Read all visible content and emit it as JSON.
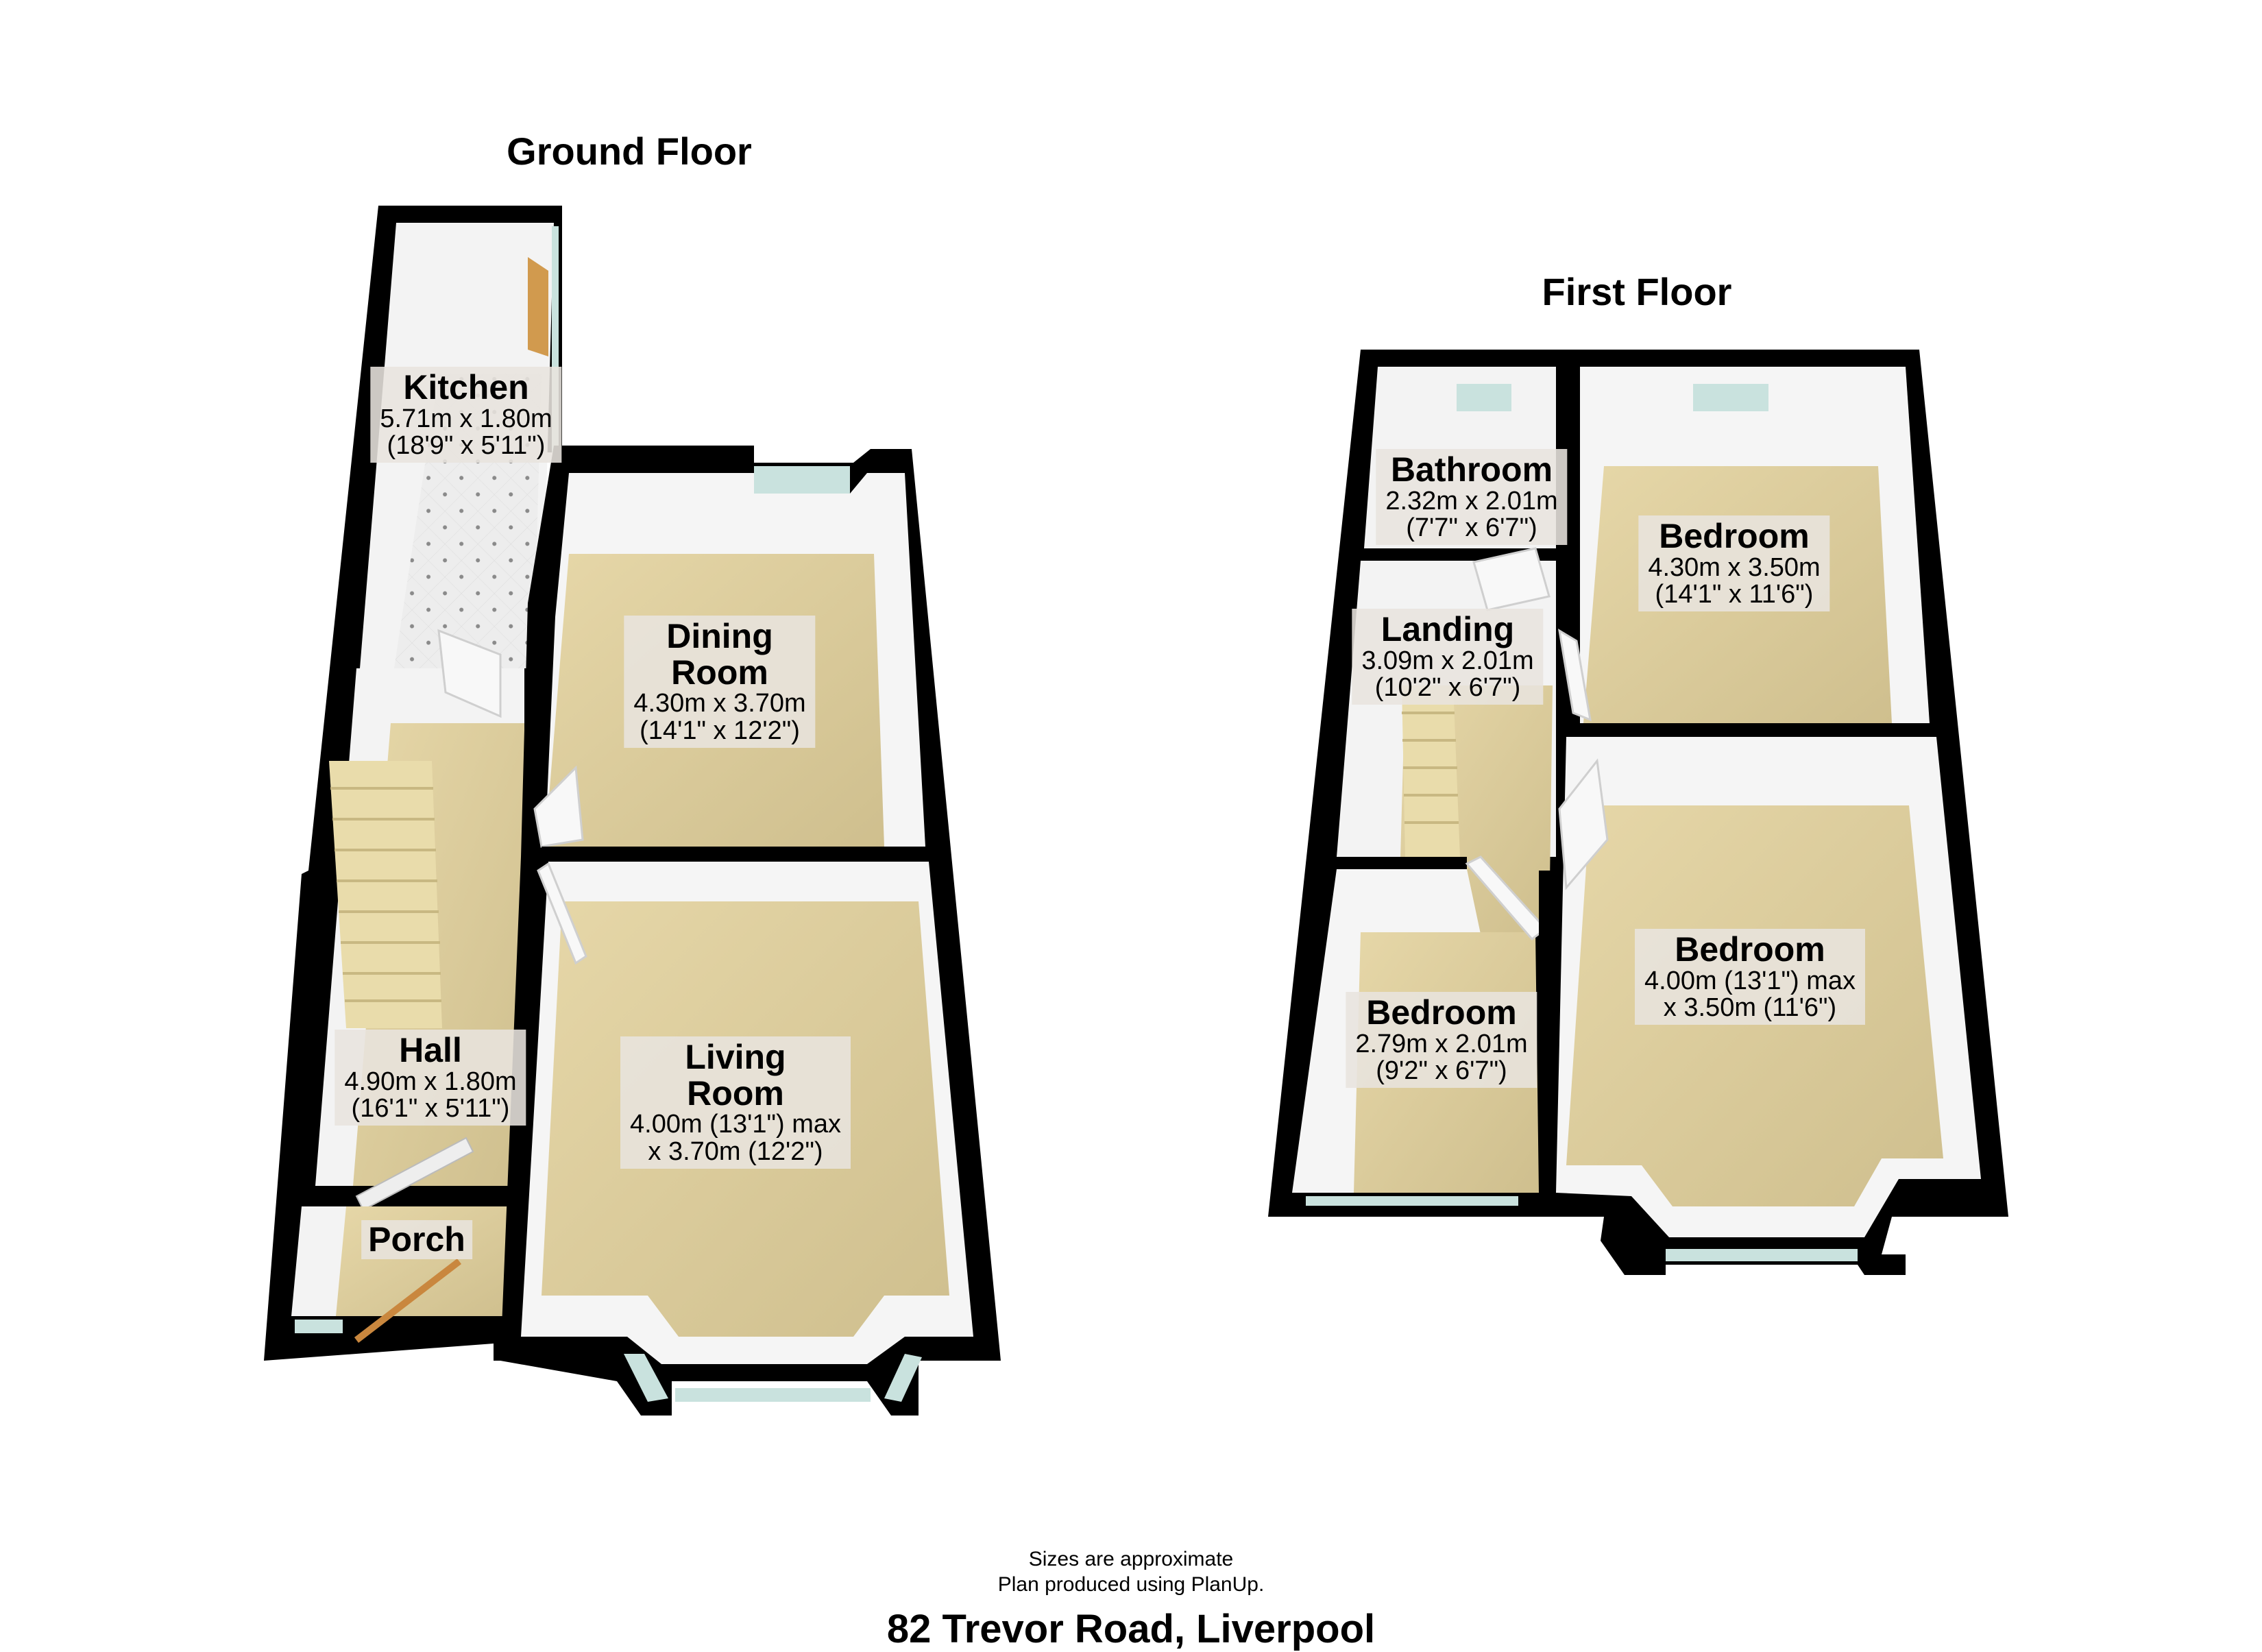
{
  "floors": {
    "ground": {
      "title": "Ground Floor",
      "rooms": [
        {
          "name": "Kitchen",
          "dim_metric": "5.71m x 1.80m",
          "dim_imperial": "(18'9\" x 5'11\")"
        },
        {
          "name": "Dining Room",
          "name_line1": "Dining",
          "name_line2": "Room",
          "dim_metric": "4.30m x 3.70m",
          "dim_imperial": "(14'1\" x 12'2\")"
        },
        {
          "name": "Living Room",
          "name_line1": "Living",
          "name_line2": "Room",
          "dim_metric": "4.00m (13'1\") max",
          "dim_imperial": "x 3.70m (12'2\")"
        },
        {
          "name": "Hall",
          "dim_metric": "4.90m x 1.80m",
          "dim_imperial": "(16'1\" x 5'11\")"
        },
        {
          "name": "Porch"
        }
      ]
    },
    "first": {
      "title": "First Floor",
      "rooms": [
        {
          "name": "Bathroom",
          "dim_metric": "2.32m x 2.01m",
          "dim_imperial": "(7'7\" x 6'7\")"
        },
        {
          "name": "Bedroom",
          "dim_metric": "4.30m x 3.50m",
          "dim_imperial": "(14'1\" x 11'6\")"
        },
        {
          "name": "Landing",
          "dim_metric": "3.09m x 2.01m",
          "dim_imperial": "(10'2\" x 6'7\")"
        },
        {
          "name": "Bedroom",
          "dim_metric": "2.79m x 2.01m",
          "dim_imperial": "(9'2\" x 6'7\")"
        },
        {
          "name": "Bedroom",
          "dim_metric": "4.00m (13'1\") max",
          "dim_imperial": "x 3.50m (11'6\")"
        }
      ]
    }
  },
  "footer": {
    "note_line1": "Sizes are approximate",
    "note_line2": "Plan produced using PlanUp.",
    "address": "82 Trevor Road, Liverpool"
  },
  "colors": {
    "wall": "#000000",
    "carpet": "#d9c99a",
    "tile_floor": "#ececec",
    "inner_wall": "#f4f4f4",
    "window_glass": "#c9e2de",
    "label_bg": "#e8e4de"
  }
}
